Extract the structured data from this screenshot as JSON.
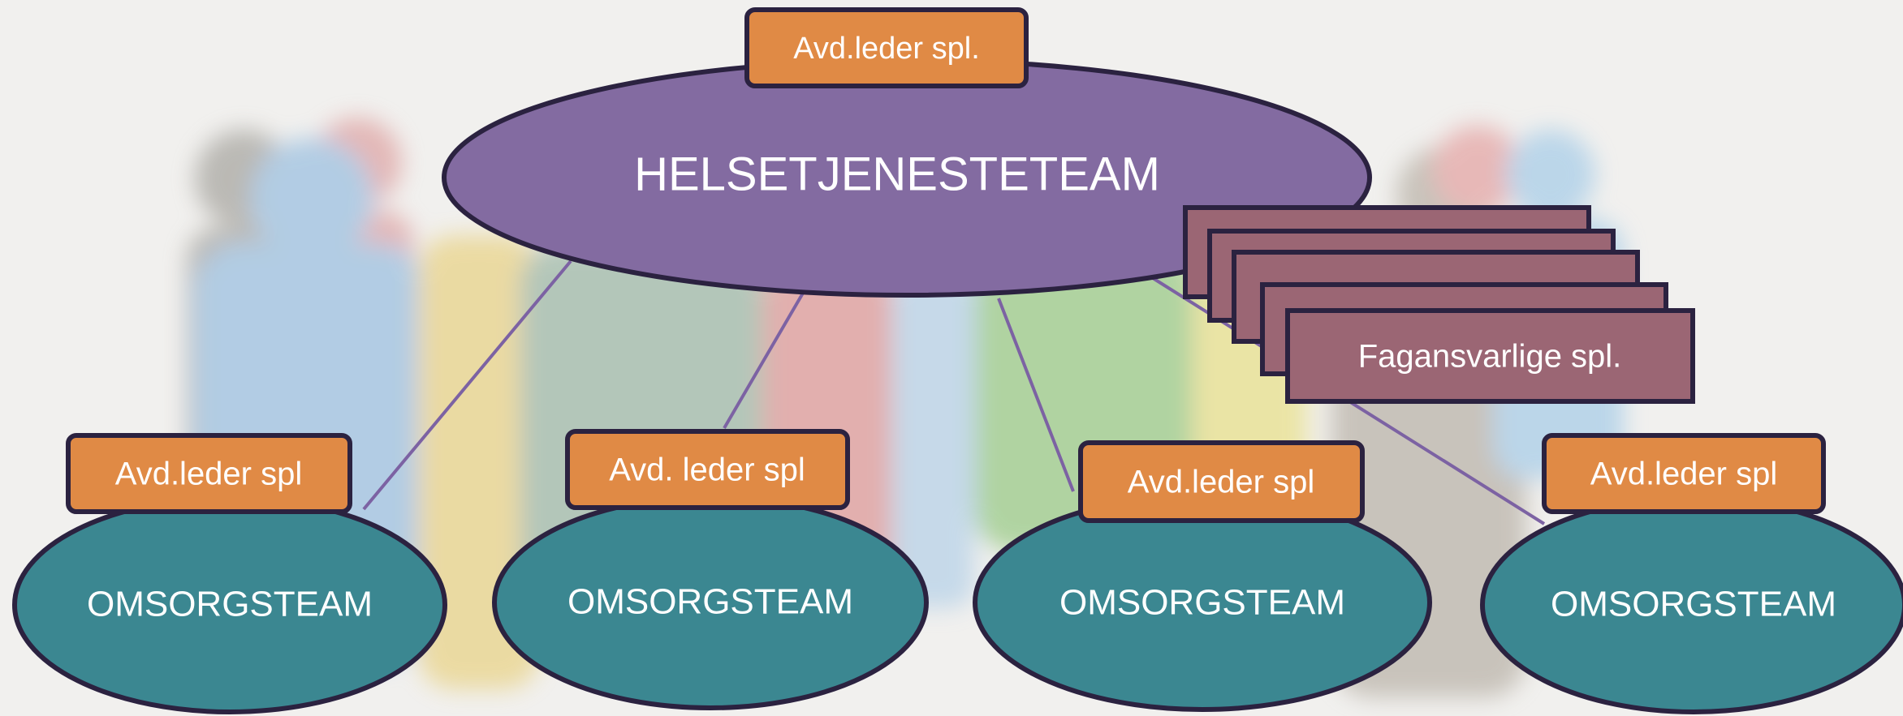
{
  "colors": {
    "background": "#f1f0ee",
    "health_team": "#836ba1",
    "care_team": "#3b8791",
    "leader_box": "#e08a45",
    "specialist_box": "#9b6674",
    "outline": "#2b2240",
    "connector": "#7c62a3"
  },
  "health_team": {
    "label": "HELSETJENESTETEAM",
    "leader": "Avd.leder spl."
  },
  "specialists": {
    "label": "Fagansvarlige spl."
  },
  "care_teams": [
    {
      "label": "OMSORGSTEAM",
      "leader": "Avd.leder spl"
    },
    {
      "label": "OMSORGSTEAM",
      "leader": "Avd. leder spl"
    },
    {
      "label": "OMSORGSTEAM",
      "leader": "Avd.leder spl"
    },
    {
      "label": "OMSORGSTEAM",
      "leader": "Avd.leder spl"
    }
  ]
}
